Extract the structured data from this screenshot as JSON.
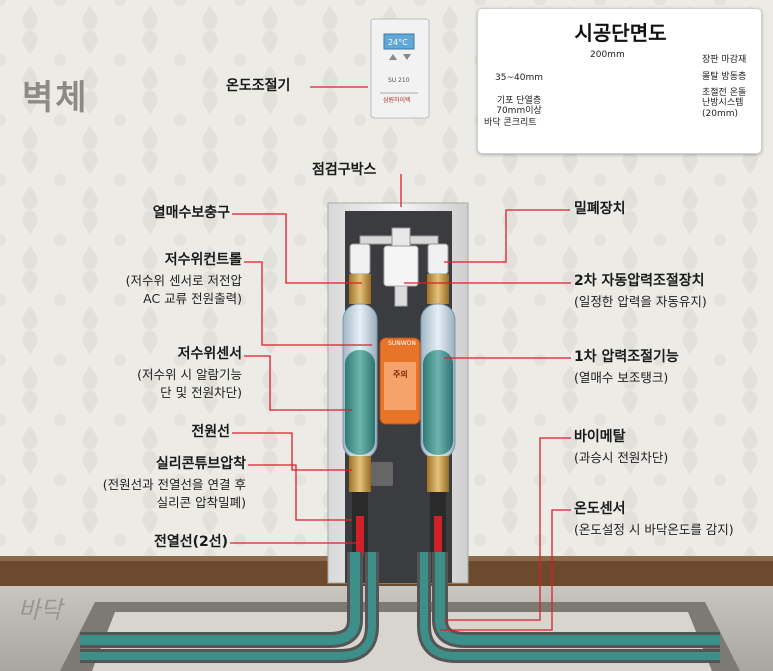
{
  "scene": {
    "wall_label": "벽체",
    "floor_label": "바닥"
  },
  "thermostat": {
    "display": "24°C",
    "model": "SU 210",
    "brand": "삼원하이텍"
  },
  "inset": {
    "title": "시공단면도",
    "dim_200": "200mm",
    "dim_35_40": "35~40mm",
    "insulation_line1": "기포 단열층",
    "insulation_line2": "70mm이상",
    "concrete": "바닥 콘크리트",
    "finish": "장판 마감재",
    "mortar": "몰탈 방동층",
    "system_line1": "초절전 온돌",
    "system_line2": "난방시스템",
    "system_line3": "(20mm)"
  },
  "tank": {
    "brand": "SUNWON",
    "text": "주의"
  },
  "labels": {
    "thermostat": "온도조절기",
    "inspection_box": "점검구박스",
    "refill_port": "열매수보충구",
    "water_level_control": "저수위컨트롤",
    "water_level_control_desc1": "(저수위 센서로 저전압",
    "water_level_control_desc2": "AC 교류 전원출력)",
    "water_level_sensor": "저수위센서",
    "water_level_sensor_desc1": "(저수위 시 알람기능",
    "water_level_sensor_desc2": "단 및 전원차단)",
    "power_line": "전원선",
    "silicone_tube": "실리콘튜브압착",
    "silicone_tube_desc1": "(전원선과 전열선을 연결 후",
    "silicone_tube_desc2": "실리콘 압착밀폐)",
    "heating_wire": "전열선(2선)",
    "seal_device": "밀폐장치",
    "secondary_pressure": "2차 자동압력조절장치",
    "secondary_pressure_desc": "(일정한 압력을 자동유지)",
    "primary_pressure": "1차 압력조절기능",
    "primary_pressure_desc": "(열매수 보조탱크)",
    "bimetal": "바이메탈",
    "bimetal_desc": "(과승시 전원차단)",
    "temp_sensor": "온도센서",
    "temp_sensor_desc": "(온도설정 시 바닥온도를 감지)"
  },
  "colors": {
    "leader": "#e01d2a",
    "label_text": "#1a1a1a",
    "water": "#3d8f8a",
    "tank_orange": "#e8742a",
    "brass": "#c59a3e"
  }
}
